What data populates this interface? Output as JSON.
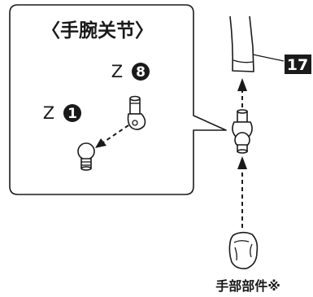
{
  "inset": {
    "title": "〈手腕关节〉",
    "callouts": [
      {
        "prefix": "Z",
        "number": "8"
      },
      {
        "prefix": "Z",
        "number": "1"
      }
    ]
  },
  "step": {
    "number": "17"
  },
  "caption": "手部部件※",
  "colors": {
    "ink": "#1a1a1a",
    "paper": "#ffffff",
    "shade": "#e6e6e6"
  }
}
